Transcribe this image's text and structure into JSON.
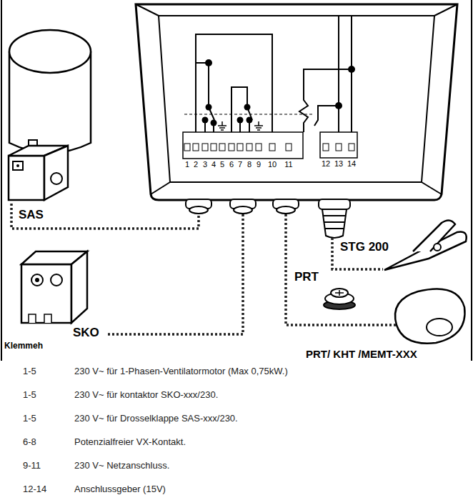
{
  "diagram": {
    "labels": [
      "1",
      "2",
      "3",
      "4",
      "5",
      "6",
      "7",
      "8",
      "9",
      "10",
      "11",
      "12",
      "13",
      "14",
      "SAS",
      "STG 200",
      "PRT",
      "SKO",
      "Klemmeh",
      "PRT/ KHT /MEMT-XXX",
      "1-5",
      "230 V~ für 1-Phasen-Ventilatormotor (Max 0,75kW.)",
      "1-5",
      "230 V~ für kontaktor SKO-xxx/230.",
      "1-5",
      "230 V~ für Drosselklappe SAS-xxx/230.",
      "6-8",
      "Potenzialfreier VX-Kontakt.",
      "9-11",
      "230 V~ Netzanschluss.",
      "12-14",
      "Anschlussgeber (15V)"
    ]
  }
}
